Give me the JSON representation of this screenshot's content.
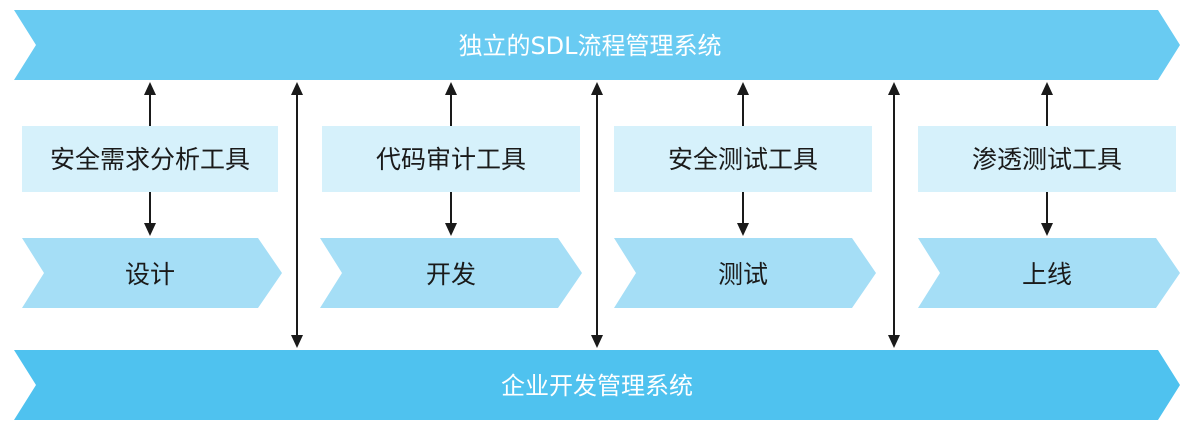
{
  "top_banner": {
    "label": "独立的SDL流程管理系统"
  },
  "bottom_banner": {
    "label": "企业开发管理系统"
  },
  "tools": [
    {
      "label": "安全需求分析工具"
    },
    {
      "label": "代码审计工具"
    },
    {
      "label": "安全测试工具"
    },
    {
      "label": "渗透测试工具"
    }
  ],
  "phases": [
    {
      "label": "设计"
    },
    {
      "label": "开发"
    },
    {
      "label": "测试"
    },
    {
      "label": "上线"
    }
  ],
  "colors": {
    "top_banner": "#69cbf2",
    "bottom_banner": "#4fc2ef",
    "tool_box": "#d6f1fb",
    "phase_chevron": "#a5def6",
    "connector": "#1a1a1a"
  }
}
